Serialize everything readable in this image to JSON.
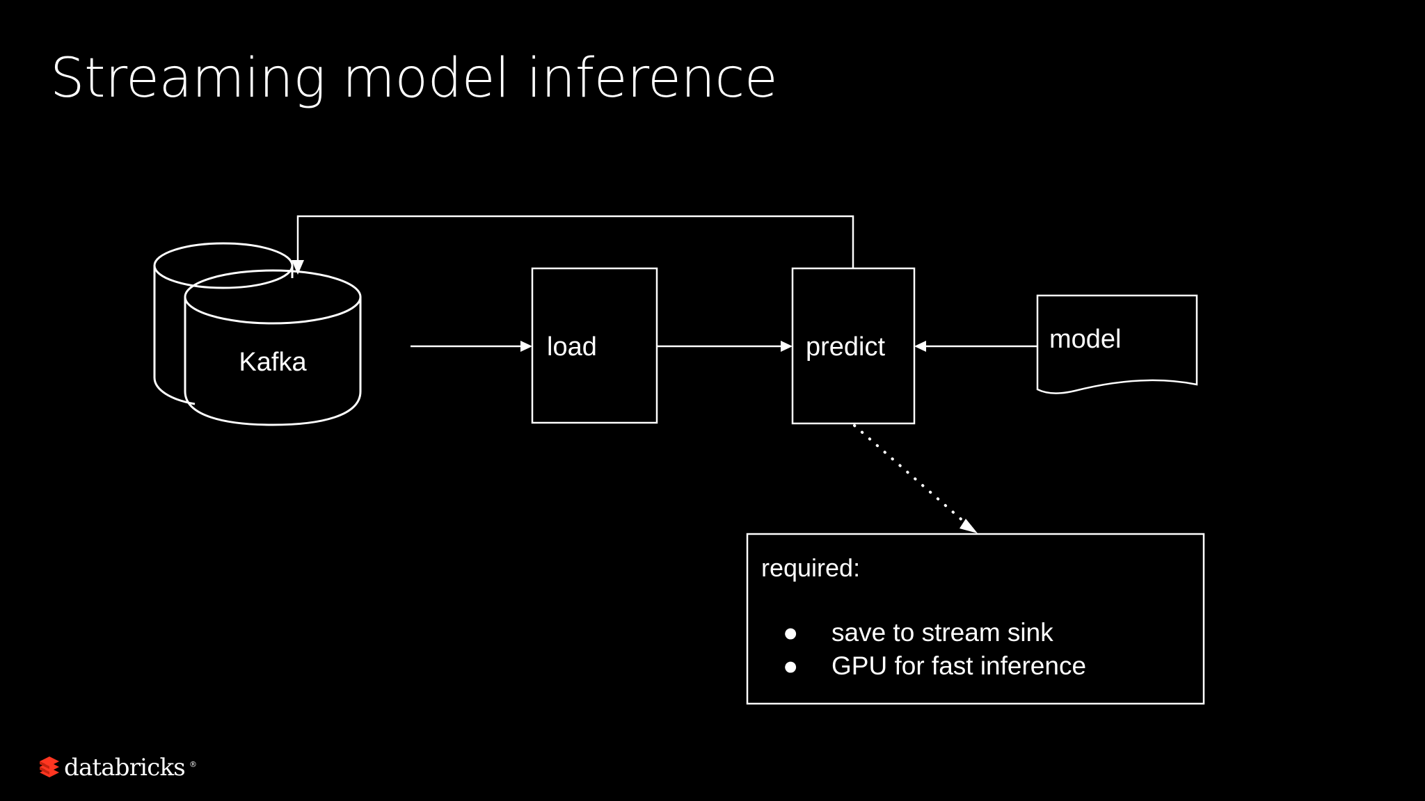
{
  "slide": {
    "title": "Streaming model inference",
    "background_color": "#000000",
    "foreground_color": "#ffffff"
  },
  "diagram": {
    "nodes": {
      "source": {
        "label": "Kafka",
        "shape": "database-cylinder-stack"
      },
      "load": {
        "label": "load",
        "shape": "rectangle"
      },
      "predict": {
        "label": "predict",
        "shape": "rectangle"
      },
      "model": {
        "label": "model",
        "shape": "document"
      }
    },
    "callout": {
      "heading": "required:",
      "bullets": [
        "save to stream sink",
        "GPU for fast inference"
      ],
      "bullet_glyph": "●"
    }
  },
  "brand": {
    "name": "databricks",
    "trademark": "®",
    "logo_color": "#ff3621"
  }
}
